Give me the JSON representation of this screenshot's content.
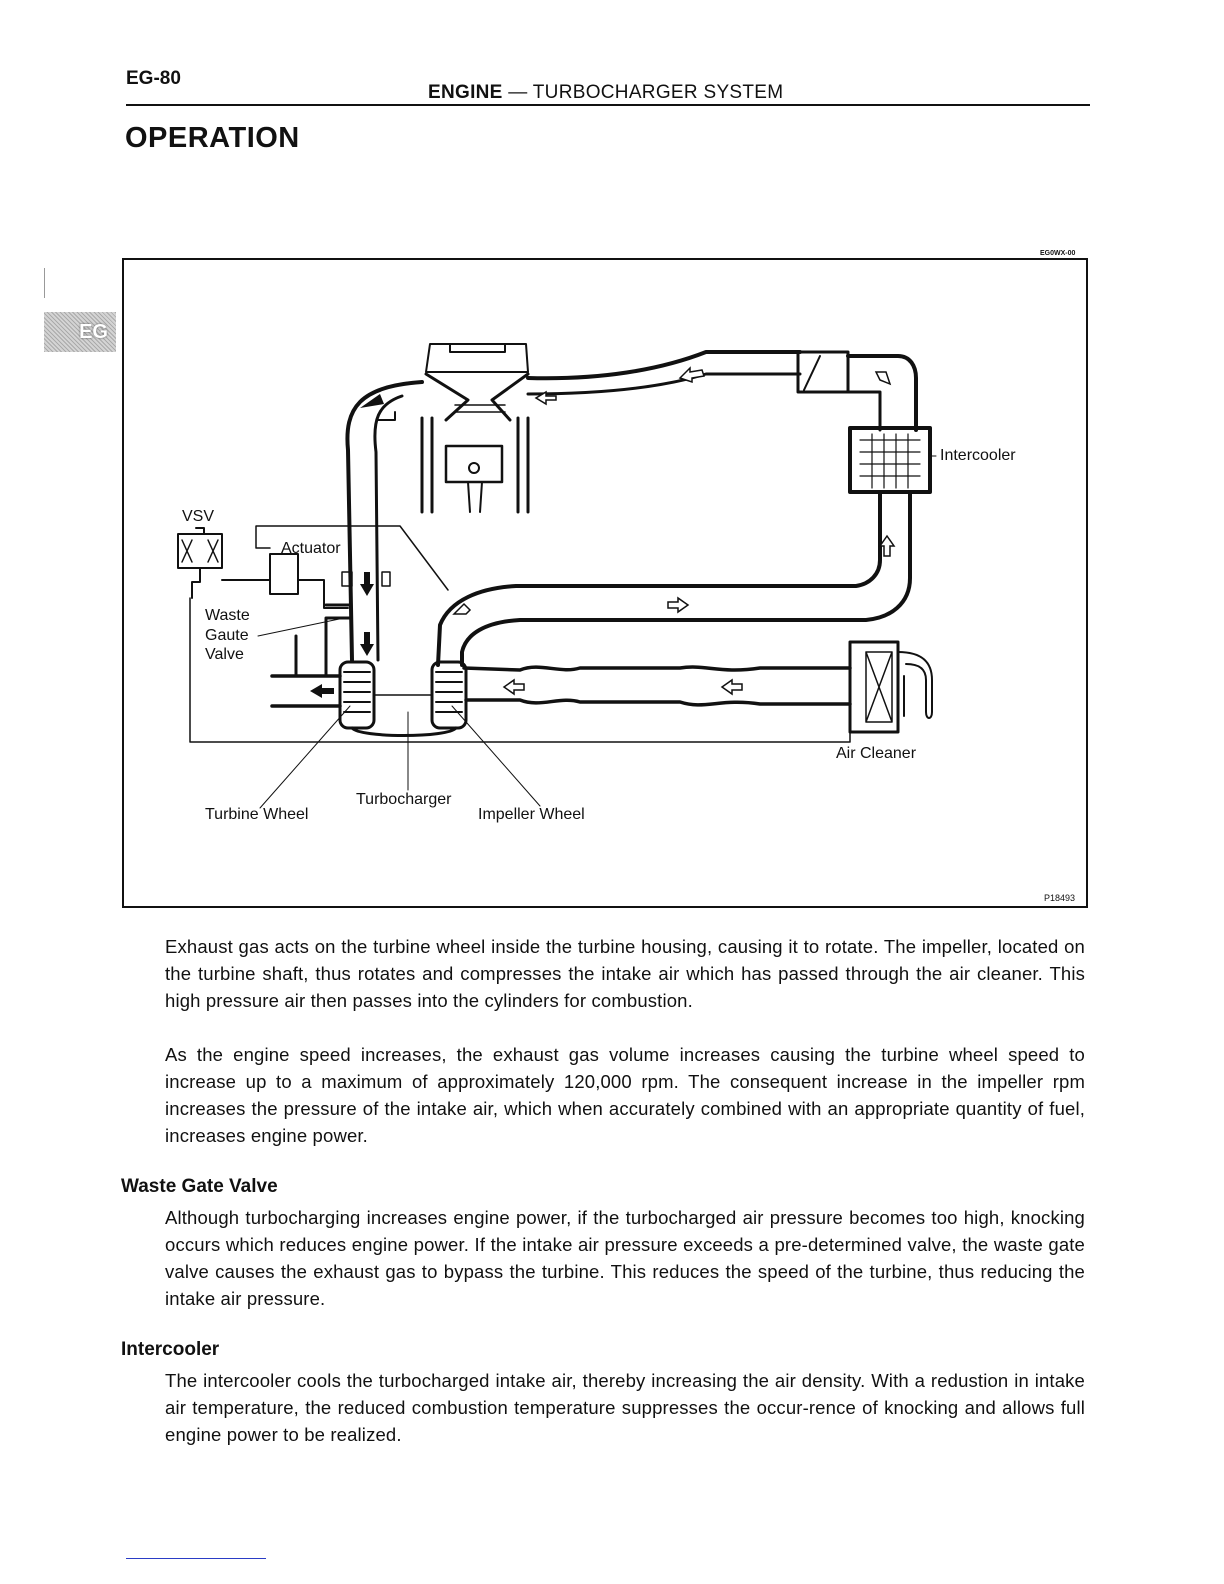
{
  "header": {
    "page_number": "EG-80",
    "section": "ENGINE",
    "separator": " — ",
    "subsection": "TURBOCHARGER SYSTEM"
  },
  "title": "OPERATION",
  "side_tab": "EG",
  "figure": {
    "code": "EG0WX-00",
    "id": "P18493",
    "labels": {
      "vsv": "VSV",
      "actuator": "Actuator",
      "waste_line1": "Waste",
      "waste_line2": "Gaute",
      "waste_line3": "Valve",
      "intercooler": "Intercooler",
      "air_cleaner": "Air Cleaner",
      "turbocharger": "Turbocharger",
      "turbine_wheel": "Turbine Wheel",
      "impeller_wheel": "Impeller Wheel"
    }
  },
  "body": {
    "paragraph1": "Exhaust gas acts on the turbine wheel inside the turbine housing, causing it to rotate. The impeller, located on the turbine shaft, thus rotates and compresses the intake air which has passed through the air cleaner. This high pressure air then passes into the cylinders for combustion.",
    "paragraph2": "As the engine speed increases, the exhaust gas volume increases causing the turbine wheel speed to increase up to a maximum of approximately 120,000 rpm. The consequent increase in the impeller rpm increases the pressure of the intake air, which when accurately combined with an appropriate quantity of fuel, increases engine power."
  },
  "waste_gate": {
    "heading": "Waste Gate Valve",
    "text": "Although turbocharging increases engine power, if the turbocharged air pressure becomes too high, knocking occurs which reduces engine power. If the intake air pressure exceeds a pre-determined valve, the waste gate valve causes the exhaust gas to bypass the turbine. This reduces the speed of the turbine, thus reducing the intake air pressure."
  },
  "intercooler": {
    "heading": "Intercooler",
    "text": "The intercooler cools the turbocharged intake air, thereby increasing the air density. With a redustion in intake air temperature, the reduced combustion temperature suppresses the occur-rence of knocking and allows full engine power to be realized."
  }
}
